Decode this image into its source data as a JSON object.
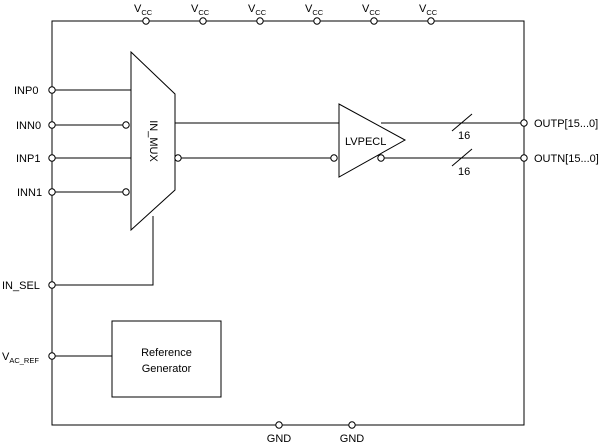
{
  "supply": {
    "vcc_main": "V",
    "vcc_sub": "CC",
    "count": 6
  },
  "inputs": {
    "inp0": "INP0",
    "inn0": "INN0",
    "inp1": "INP1",
    "inn1": "INN1",
    "in_sel": "IN_SEL",
    "vac_main": "V",
    "vac_sub": "AC_REF"
  },
  "outputs": {
    "outp": "OUTP[15...0]",
    "outn": "OUTN[15...0]"
  },
  "blocks": {
    "mux": "IN_MUX",
    "buffer": "LVPECL",
    "ref_line1": "Reference",
    "ref_line2": "Generator"
  },
  "bus": {
    "width_p": "16",
    "width_n": "16"
  },
  "ground": {
    "gnd1": "GND",
    "gnd2": "GND"
  }
}
